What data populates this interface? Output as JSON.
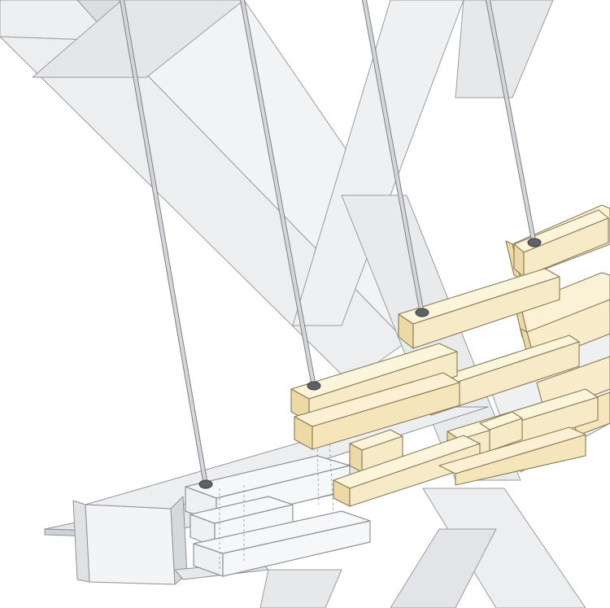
{
  "illustration": {
    "background_color": "#ffffff",
    "steel_color": "#e9eaec",
    "steel_stroke": "#9a9ca0",
    "timber_color": "#f7eac6",
    "timber_shadow": "#ecd9a6",
    "timber_stroke": "#8a7a55",
    "ghost_color": "#f6f7f8",
    "ghost_stroke": "#8f9297",
    "cable_color": "#c7c9cc",
    "cable_stroke": "#7d8085",
    "anchor_color": "#5e6166",
    "element_groups": [
      "steel-x-frames",
      "tension-cables",
      "timber-beam-stack",
      "translucent-beams",
      "i-beam-base"
    ]
  }
}
